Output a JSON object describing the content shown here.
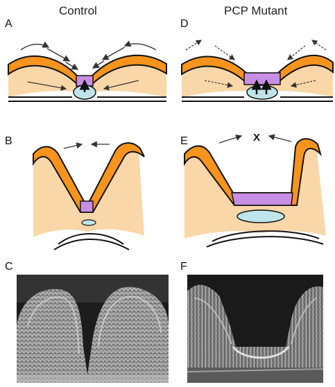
{
  "columns": {
    "left": "Control",
    "right": "PCP Mutant"
  },
  "panels": {
    "a": "A",
    "b": "B",
    "c": "C",
    "d": "D",
    "e": "E",
    "f": "F"
  },
  "marker": "X",
  "colors": {
    "neural_plate": "#f7941d",
    "mesoderm": "#f9d7a8",
    "floor_plate": "#c98ee6",
    "notochord": "#bfe5ea",
    "outline": "#111111",
    "arrow": "#333333",
    "sem_dark": "#2a2a2a",
    "sem_light": "#c8c8c8"
  }
}
